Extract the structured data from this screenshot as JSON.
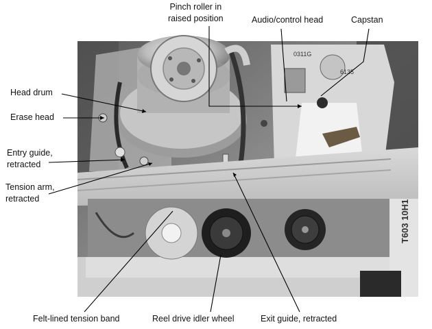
{
  "labels": {
    "pinch_roller": "Pinch roller in raised position",
    "pinch_roller_line1": "Pinch roller in",
    "pinch_roller_line2": "raised position",
    "audio_control_head": "Audio/control head",
    "capstan": "Capstan",
    "head_drum": "Head drum",
    "erase_head": "Erase head",
    "entry_guide_line1": "Entry guide,",
    "entry_guide_line2": "retracted",
    "tension_arm_line1": "Tension arm,",
    "tension_arm_line2": "retracted",
    "felt_band": "Felt-lined tension band",
    "reel_idler": "Reel drive idler wheel",
    "exit_guide": "Exit guide, retracted"
  },
  "markings": {
    "part_code_1": "0311G",
    "part_code_2": "6135",
    "cassette_code": "T603 10H1"
  }
}
